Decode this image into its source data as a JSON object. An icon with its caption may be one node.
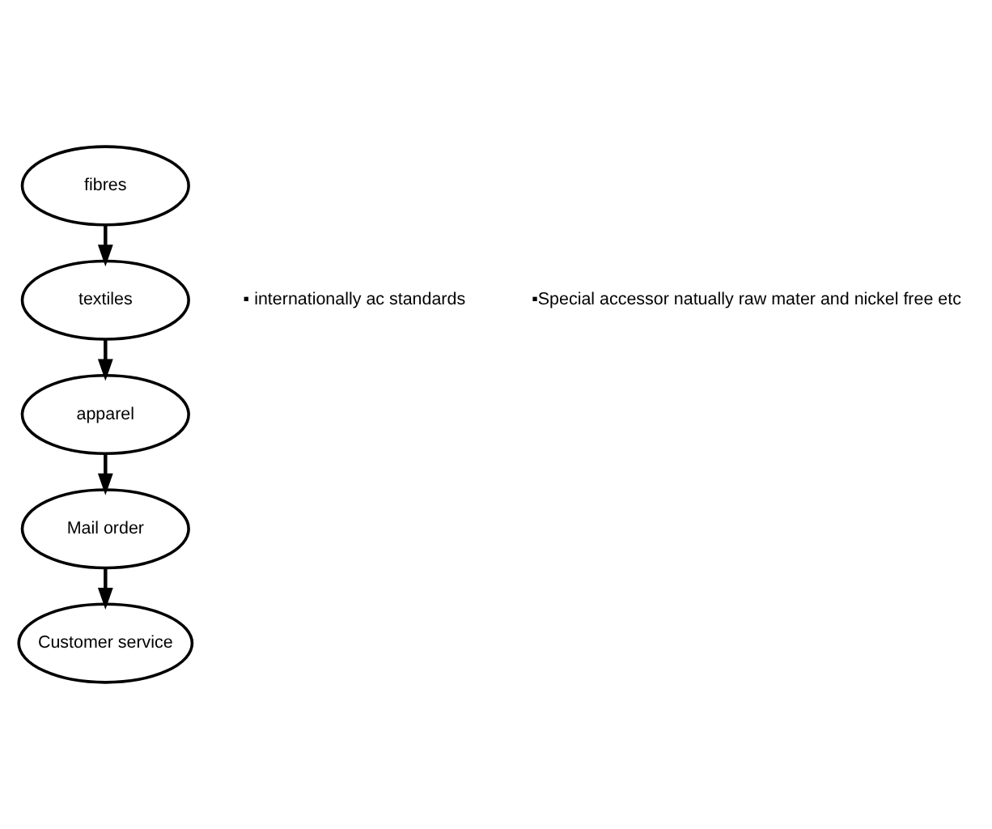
{
  "diagram": {
    "nodes": [
      {
        "text": [
          "fibres"
        ]
      },
      {
        "text": [
          "textiles"
        ]
      },
      {
        "text": [
          "apparel"
        ]
      },
      {
        "text": [
          "Mail order"
        ]
      },
      {
        "text": [
          "Customer service"
        ]
      }
    ],
    "edges": [
      {
        "from": 0,
        "to": 1,
        "arrow": "to"
      },
      {
        "from": 1,
        "to": 2,
        "arrow": "to"
      },
      {
        "from": 2,
        "to": 3,
        "arrow": "to"
      },
      {
        "from": 3,
        "to": 4,
        "arrow": "to"
      }
    ],
    "labels": [
      "▪ internationally ac standards",
      "▪Special accessor natually raw mater and nickel free etc"
    ]
  }
}
